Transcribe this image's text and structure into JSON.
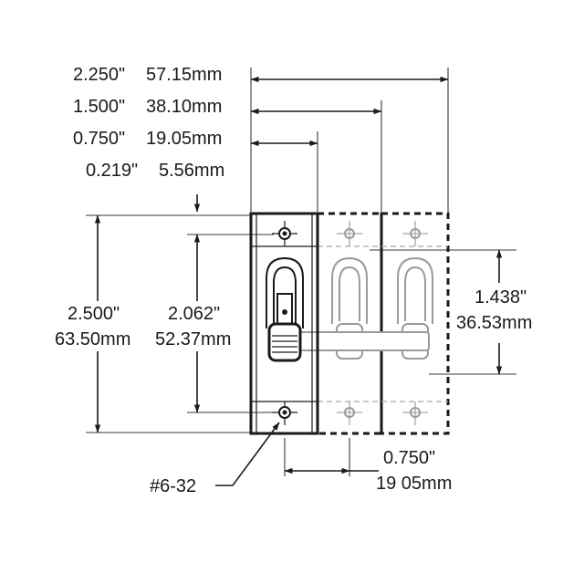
{
  "dimensions": {
    "d1_in": "2.250\"",
    "d1_mm": "57.15mm",
    "d2_in": "1.500\"",
    "d2_mm": "38.10mm",
    "d3_in": "0.750\"",
    "d3_mm": "19.05mm",
    "d4_in": "0.219\"",
    "d4_mm": "5.56mm",
    "height_in": "2.500\"",
    "height_mm": "63.50mm",
    "mount_in": "2.062\"",
    "mount_mm": "52.37mm",
    "handle_in": "1.438\"",
    "handle_mm": "36.53mm",
    "pitch_in": "0.750\"",
    "pitch_mm": "19 05mm"
  },
  "screw": {
    "label": "#6-32"
  },
  "colors": {
    "line": "#1a1a1a",
    "ghost": "#9a9a9a",
    "background": "#ffffff"
  }
}
